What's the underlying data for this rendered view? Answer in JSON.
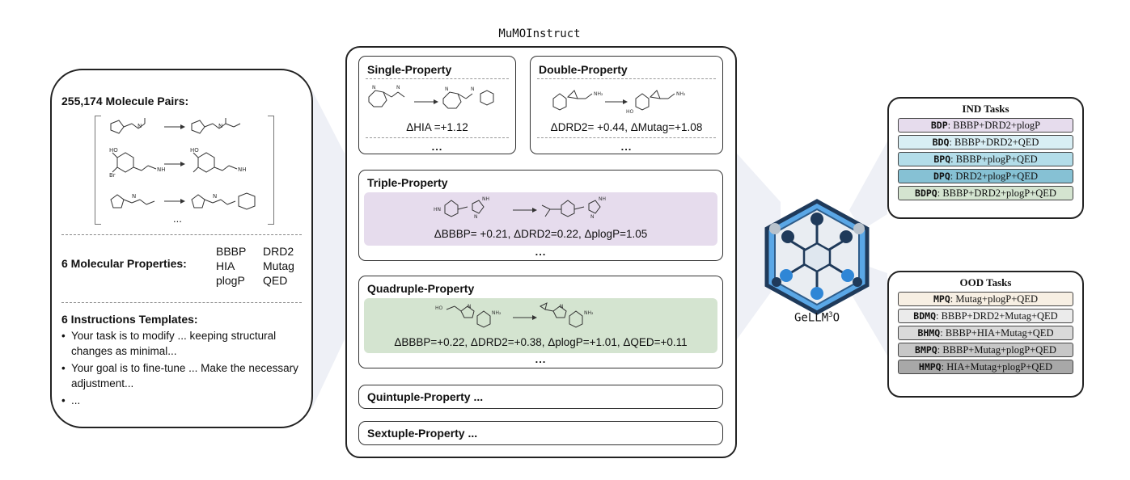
{
  "dataset": {
    "pairs_title": "255,174 Molecule Pairs:",
    "mol_ellipsis": "...",
    "props_label": "6 Molecular Properties:",
    "properties": [
      "BBBP",
      "DRD2",
      "HIA",
      "Mutag",
      "plogP",
      "QED"
    ],
    "templates_title": "6 Instructions Templates:",
    "templates": [
      "Your task is to modify ... keeping structural changes as minimal...",
      "Your goal is to fine-tune ... Make the necessary adjustment...",
      "..."
    ]
  },
  "instruct": {
    "title": "MuMOInstruct",
    "single": {
      "title": "Single-Property",
      "delta": "ΔHIA =+1.12",
      "more": "..."
    },
    "double": {
      "title": "Double-Property",
      "delta": "ΔDRD2= +0.44, ΔMutag=+1.08",
      "more": "..."
    },
    "triple": {
      "title": "Triple-Property",
      "delta": "ΔBBBP= +0.21, ΔDRD2=0.22, ΔplogP=1.05",
      "more": "..."
    },
    "quadruple": {
      "title": "Quadruple-Property",
      "delta": "ΔBBBP=+0.22, ΔDRD2=+0.38, ΔplogP=+1.01, ΔQED=+0.11",
      "more": "..."
    },
    "quintuple": {
      "title": "Quintuple-Property ..."
    },
    "sextuple": {
      "title": "Sextuple-Property ..."
    }
  },
  "model": {
    "name_prefix": "GeLLM",
    "name_sup": "3",
    "name_suffix": "O"
  },
  "ind": {
    "title": "IND Tasks",
    "tasks": [
      {
        "code": "BDP",
        "desc": ": BBBP+DRD2+plogP",
        "color": "#e6dced"
      },
      {
        "code": "BDQ",
        "desc": ": BBBP+DRD2+QED",
        "color": "#d8eef4"
      },
      {
        "code": "BPQ",
        "desc": ": BBBP+plogP+QED",
        "color": "#b3dde9"
      },
      {
        "code": "DPQ",
        "desc": ": DRD2+plogP+QED",
        "color": "#86c1d4"
      },
      {
        "code": "BDPQ",
        "desc": ": BBBP+DRD2+plogP+QED",
        "color": "#d4e4d0"
      }
    ]
  },
  "ood": {
    "title": "OOD Tasks",
    "tasks": [
      {
        "code": "MPQ",
        "desc": ": Mutag+plogP+QED",
        "color": "#f7efe3"
      },
      {
        "code": "BDMQ",
        "desc": ": BBBP+DRD2+Mutag+QED",
        "color": "#ebebeb"
      },
      {
        "code": "BHMQ",
        "desc": ": BBBP+HIA+Mutag+QED",
        "color": "#d9d9d9"
      },
      {
        "code": "BMPQ",
        "desc": ": BBBP+Mutag+plogP+QED",
        "color": "#c7c7c7"
      },
      {
        "code": "HMPQ",
        "desc": ": HIA+Mutag+plogP+QED",
        "color": "#a8a8a8"
      }
    ]
  },
  "colors": {
    "funnel": "#eef0f6",
    "logo_dark": "#1f3a5a",
    "logo_blue": "#2f86d6"
  }
}
